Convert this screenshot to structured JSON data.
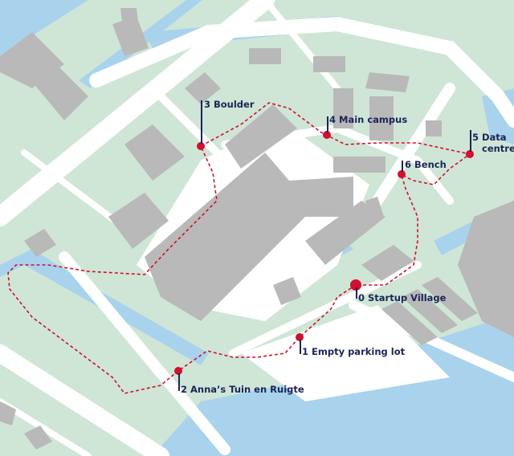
{
  "map": {
    "colors": {
      "grass": "#cfe6d6",
      "water": "#a9d3ec",
      "road": "#ffffff",
      "building": "#b9b9b9",
      "route": "#d0102f",
      "label": "#1a2557"
    },
    "route_style": "red dashed walking route",
    "stops": [
      {
        "number": "0",
        "name": "Startup Village",
        "label": "0 Startup Village"
      },
      {
        "number": "1",
        "name": "Empty parking lot",
        "label": "1 Empty parking lot"
      },
      {
        "number": "2",
        "name": "Anna’s Tuin en Ruigte",
        "label": "2 Anna’s Tuin en Ruigte"
      },
      {
        "number": "3",
        "name": "Boulder",
        "label": "3 Boulder"
      },
      {
        "number": "4",
        "name": "Main campus",
        "label": "4 Main campus"
      },
      {
        "number": "5",
        "name": "Data centre",
        "label_line1": "5 Data",
        "label_line2": "centre"
      },
      {
        "number": "6",
        "name": "Bench",
        "label": "6 Bench"
      }
    ]
  }
}
